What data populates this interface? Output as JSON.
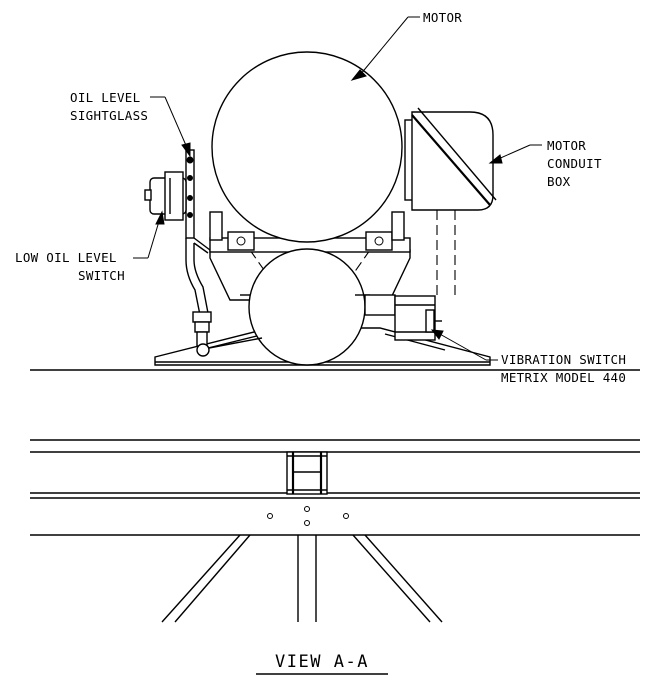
{
  "labels": {
    "motor": "MOTOR",
    "oil_level_sightglass_line1": "OIL LEVEL",
    "oil_level_sightglass_line2": "SIGHTGLASS",
    "motor_conduit_box_line1": "MOTOR",
    "motor_conduit_box_line2": "CONDUIT",
    "motor_conduit_box_line3": "BOX",
    "low_oil_level_switch_line1": "LOW OIL LEVEL",
    "low_oil_level_switch_line2": "SWITCH",
    "vibration_switch_line1": "VIBRATION SWITCH",
    "vibration_switch_line2": "METRIX MODEL 440"
  },
  "title": "VIEW A-A",
  "colors": {
    "line": "#000000",
    "background": "#ffffff"
  }
}
